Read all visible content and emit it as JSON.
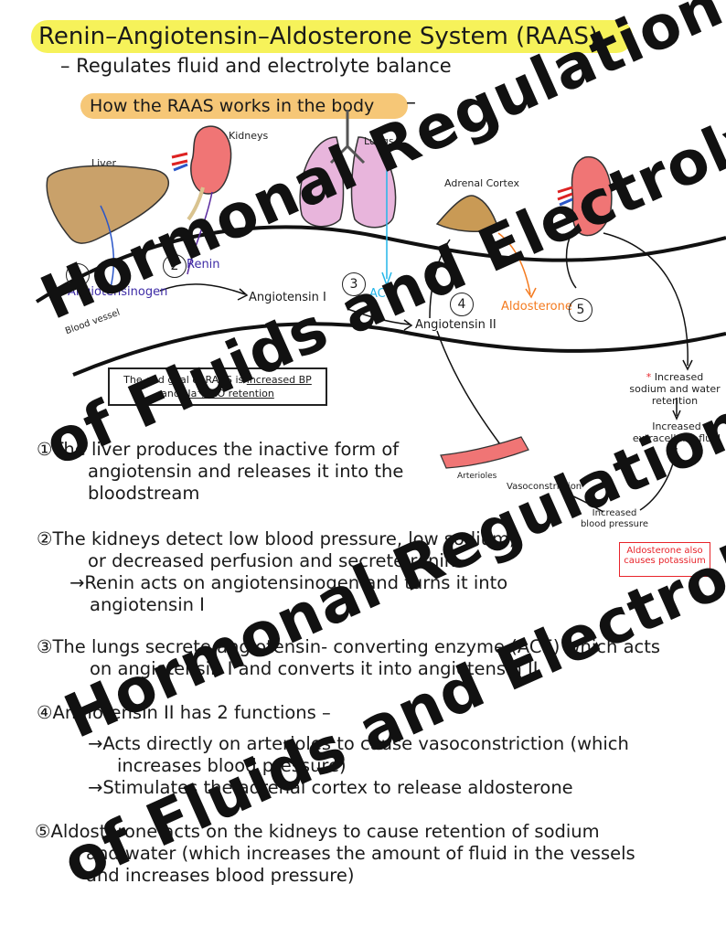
{
  "title": "Renin–Angiotensin–Aldosterone System (RAAS)",
  "subtitle": "– Regulates fluid and electrolyte balance",
  "how_label": "How the RAAS works in the body",
  "how_dash": "–",
  "organs": {
    "liver": "Liver",
    "kidneys": "Kidneys",
    "lungs": "Lungs",
    "adrenal": "Adrenal Cortex",
    "arterioles": "Arterioles"
  },
  "vessel": {
    "blood_vessel": "Blood vessel",
    "angiotensinogen": "Angiotensinogen",
    "renin": "Renin",
    "angiotensin_1": "Angiotensin I",
    "ace": "ACE",
    "angiotensin_2": "Angiotensin II",
    "aldosterone": "Aldosterone"
  },
  "nums": [
    "1",
    "2",
    "3",
    "4",
    "5"
  ],
  "right_flow": {
    "retention": "Increased sodium and water retention",
    "retention_star": "*",
    "ecf": "Increased extracellular fluid",
    "bp": "Increased blood pressure",
    "vasoconstriction": "Vasoconstriction",
    "aldo_box": "Aldosterone also causes potassium"
  },
  "end_box": {
    "line1_pre": "The end goal of RAAS is ",
    "line1_u": "increased BP",
    "line2_pre": "and ",
    "line2_u": "Na⁺/H₂O retention"
  },
  "steps": [
    "①The liver produces the inactive form of",
    "angiotensin and releases it into the",
    "bloodstream",
    "②The kidneys detect low blood pressure, low sodium,",
    "or decreased perfusion and secrete renin",
    "→Renin acts on angiotensinogen and turns it into",
    "angiotensin I",
    "③The lungs secrete angiotensin- converting enzyme (ACE) which acts",
    "on angiotensin I and converts it into angiotensin II",
    "④Angiotensin II has 2 functions –",
    "→Acts directly on arterioles to cause vasoconstriction (which",
    "increases blood pressure)",
    "→Stimulates the adrenal cortex to release aldosterone",
    "⑤Aldosterone acts on the kidneys to cause retention of sodium",
    "and water (which increases the amount of fluid in the vessels",
    "and increases blood pressure)"
  ],
  "watermark": {
    "line_a": "Hormonal Regulation",
    "line_b": "of Fluids and Electrolytes"
  },
  "colors": {
    "title_highlight": "#f6f25a",
    "how_highlight": "#f6c777",
    "angiotensinogen": "#3d2ba6",
    "ace": "#23b6e8",
    "aldosterone": "#f47b20",
    "accent_red": "#e8242b"
  }
}
